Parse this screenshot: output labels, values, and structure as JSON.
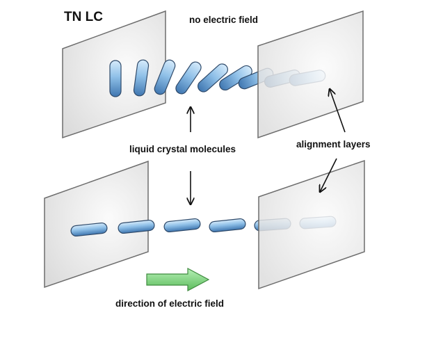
{
  "diagram": {
    "title": "TN LC",
    "label_no_field": "no electric field",
    "label_molecules": "liquid crystal molecules",
    "label_alignment": "alignment layers",
    "label_field_direction": "direction of electric field"
  },
  "colors": {
    "plate_fill": "#e9e9e9",
    "plate_stroke": "#6d6d6d",
    "molecule_fill": "#7fb4e0",
    "molecule_stroke": "#2f4a6a",
    "arrow_fill": "#8fd88f",
    "arrow_stroke": "#3f8a3f"
  },
  "icons": [
    "molecule-shape",
    "green-right-arrow-icon",
    "pointer-arrow-icon"
  ]
}
